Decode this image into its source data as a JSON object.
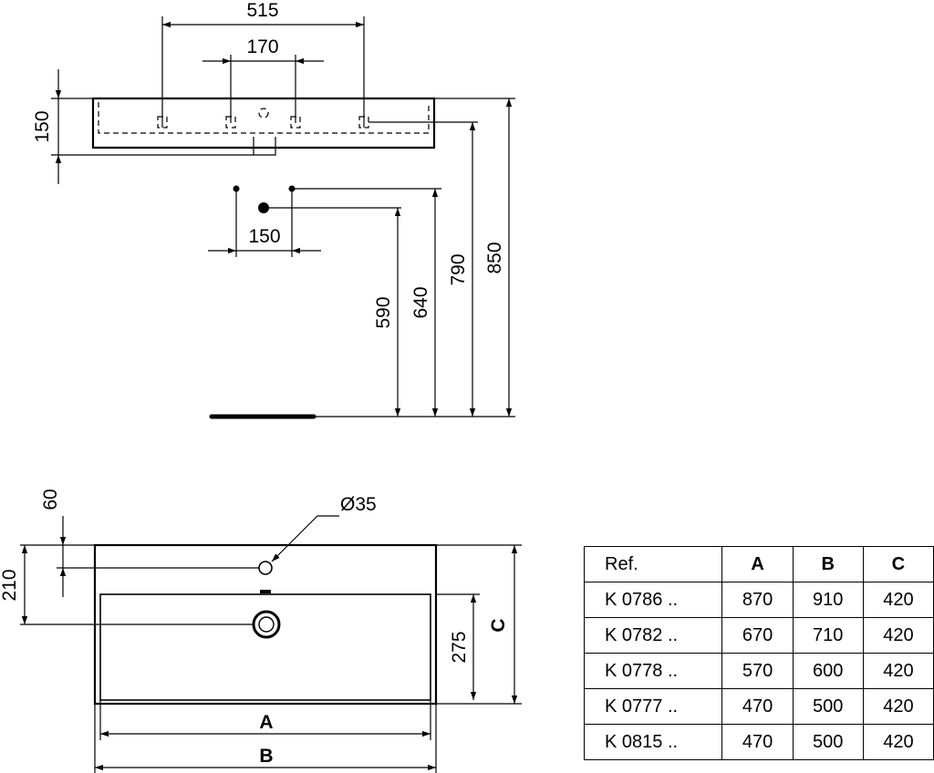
{
  "elevation": {
    "dims": {
      "tap_spread": "515",
      "tap_inner": "170",
      "basin_height": "150",
      "outlet_spacing": "150",
      "h590": "590",
      "h640": "640",
      "h790": "790",
      "h850": "850"
    }
  },
  "plan": {
    "dims": {
      "d60": "60",
      "d210": "210",
      "d275": "275",
      "hole": "Ø35",
      "width_a": "A",
      "width_b": "B",
      "depth_c": "C"
    }
  },
  "table": {
    "headers": [
      "Ref.",
      "A",
      "B",
      "C"
    ],
    "rows": [
      [
        "K 0786 ..",
        "870",
        "910",
        "420"
      ],
      [
        "K 0782 ..",
        "670",
        "710",
        "420"
      ],
      [
        "K 0778 ..",
        "570",
        "600",
        "420"
      ],
      [
        "K 0777 ..",
        "470",
        "500",
        "420"
      ],
      [
        "K 0815 ..",
        "470",
        "500",
        "420"
      ]
    ]
  }
}
